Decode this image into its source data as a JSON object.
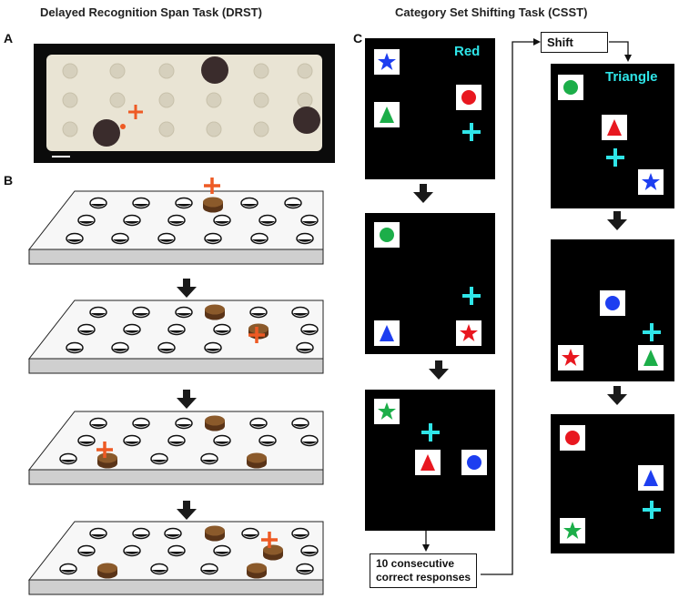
{
  "titles": {
    "drst": "Delayed Recognition Span Task (DRST)",
    "csst": "Category Set Shifting Task (CSST)"
  },
  "panel_labels": {
    "a": "A",
    "b": "B",
    "c": "C"
  },
  "csst": {
    "rule_initial": "Red",
    "rule_after_shift": "Triangle",
    "shift_label": "Shift",
    "criterion_line1": "10 consecutive",
    "criterion_line2": "correct responses"
  },
  "colors": {
    "cursor_orange": "#ee5a24",
    "cue_cyan": "#2fe5e8",
    "stim_red": "#e8171f",
    "stim_green": "#1cae49",
    "stim_blue": "#1d3ef0",
    "disc_brown": "#7a4a24"
  },
  "icons": [
    "star-icon",
    "triangle-icon",
    "circle-icon",
    "cross-icon",
    "arrow-down-icon"
  ]
}
